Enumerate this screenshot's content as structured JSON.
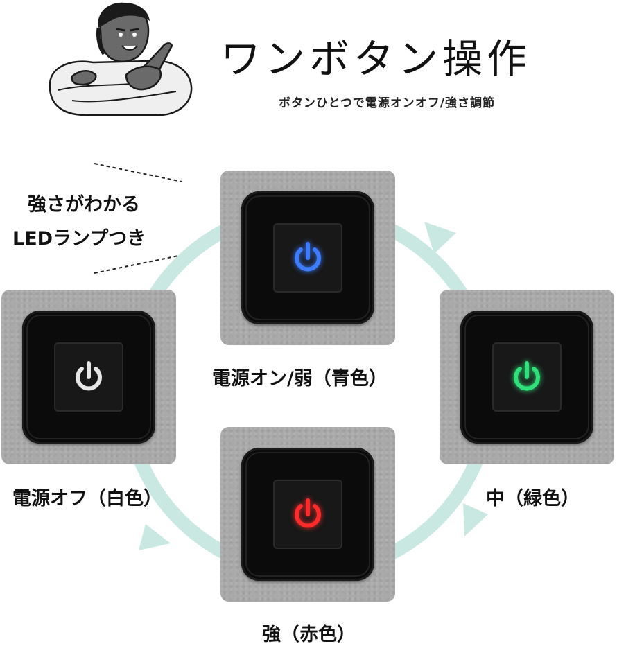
{
  "header": {
    "title": "ワンボタン操作",
    "subtitle": "ボタンひとつで電源オンオフ/強さ調節"
  },
  "note": {
    "line1": "強さがわかる",
    "line2": "LEDランプつき"
  },
  "states": [
    {
      "id": "blue",
      "label": "電源オン/弱（青色）",
      "color": "#3d7bff"
    },
    {
      "id": "green",
      "label": "中（緑色）",
      "color": "#2fe07a"
    },
    {
      "id": "red",
      "label": "強（赤色）",
      "color": "#ff2a2a"
    },
    {
      "id": "white",
      "label": "電源オフ（白色）",
      "color": "#e6e6e6"
    }
  ],
  "colors": {
    "ring": "#c9e8e1",
    "panel": "#a9a9a9",
    "pad": "#0b0b0b"
  }
}
